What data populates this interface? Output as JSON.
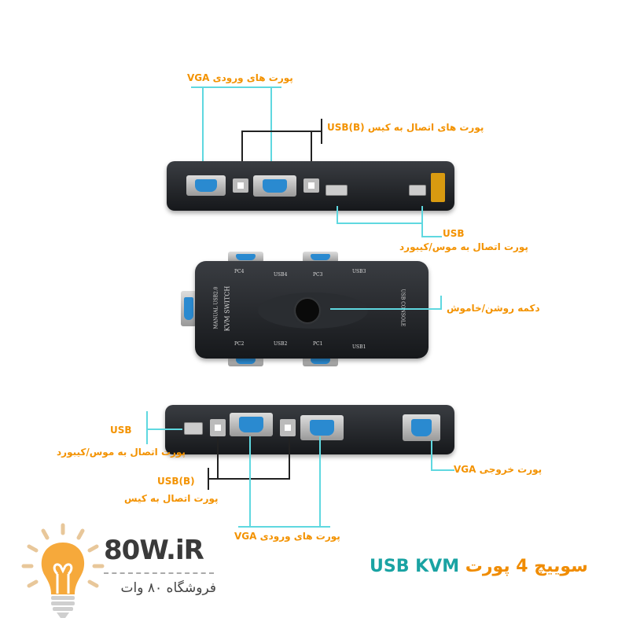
{
  "top_view": {
    "vga_inputs_label": "پورت های ورودی VGA",
    "usb_b_label": "پورت های اتصال به کیس  USB(B)",
    "usb_label": "USB",
    "usb_desc": "پورت اتصال به موس/کیبورد"
  },
  "middle_view": {
    "device_brand": "MANUAL USB2.0",
    "device_name": "KVM SWITCH",
    "console_label": "USB CONSOLE",
    "port_labels_top": [
      "PC4",
      "USB4",
      "PC3",
      "USB3"
    ],
    "port_labels_bottom": [
      "PC2",
      "USB2",
      "PC1",
      "USB1"
    ],
    "button_label": "دکمه روشن/خاموش"
  },
  "bottom_view": {
    "usb_label": "USB",
    "usb_desc": "پورت اتصال به موس/کیبورد",
    "usb_b_label": "USB(B)",
    "usb_b_desc": "پورت اتصال به کیس",
    "vga_inputs_label": "پورت های ورودی VGA",
    "vga_output_label": "پورت خروجی VGA"
  },
  "logo": {
    "site": "80W.iR",
    "store": "فروشگاه ۸۰ وات"
  },
  "title": {
    "persian": "سوییچ 4 پورت",
    "english": "USB KVM"
  },
  "colors": {
    "label": "#f39200",
    "accent": "#1aa3a3",
    "line": "#5fd8e0"
  }
}
